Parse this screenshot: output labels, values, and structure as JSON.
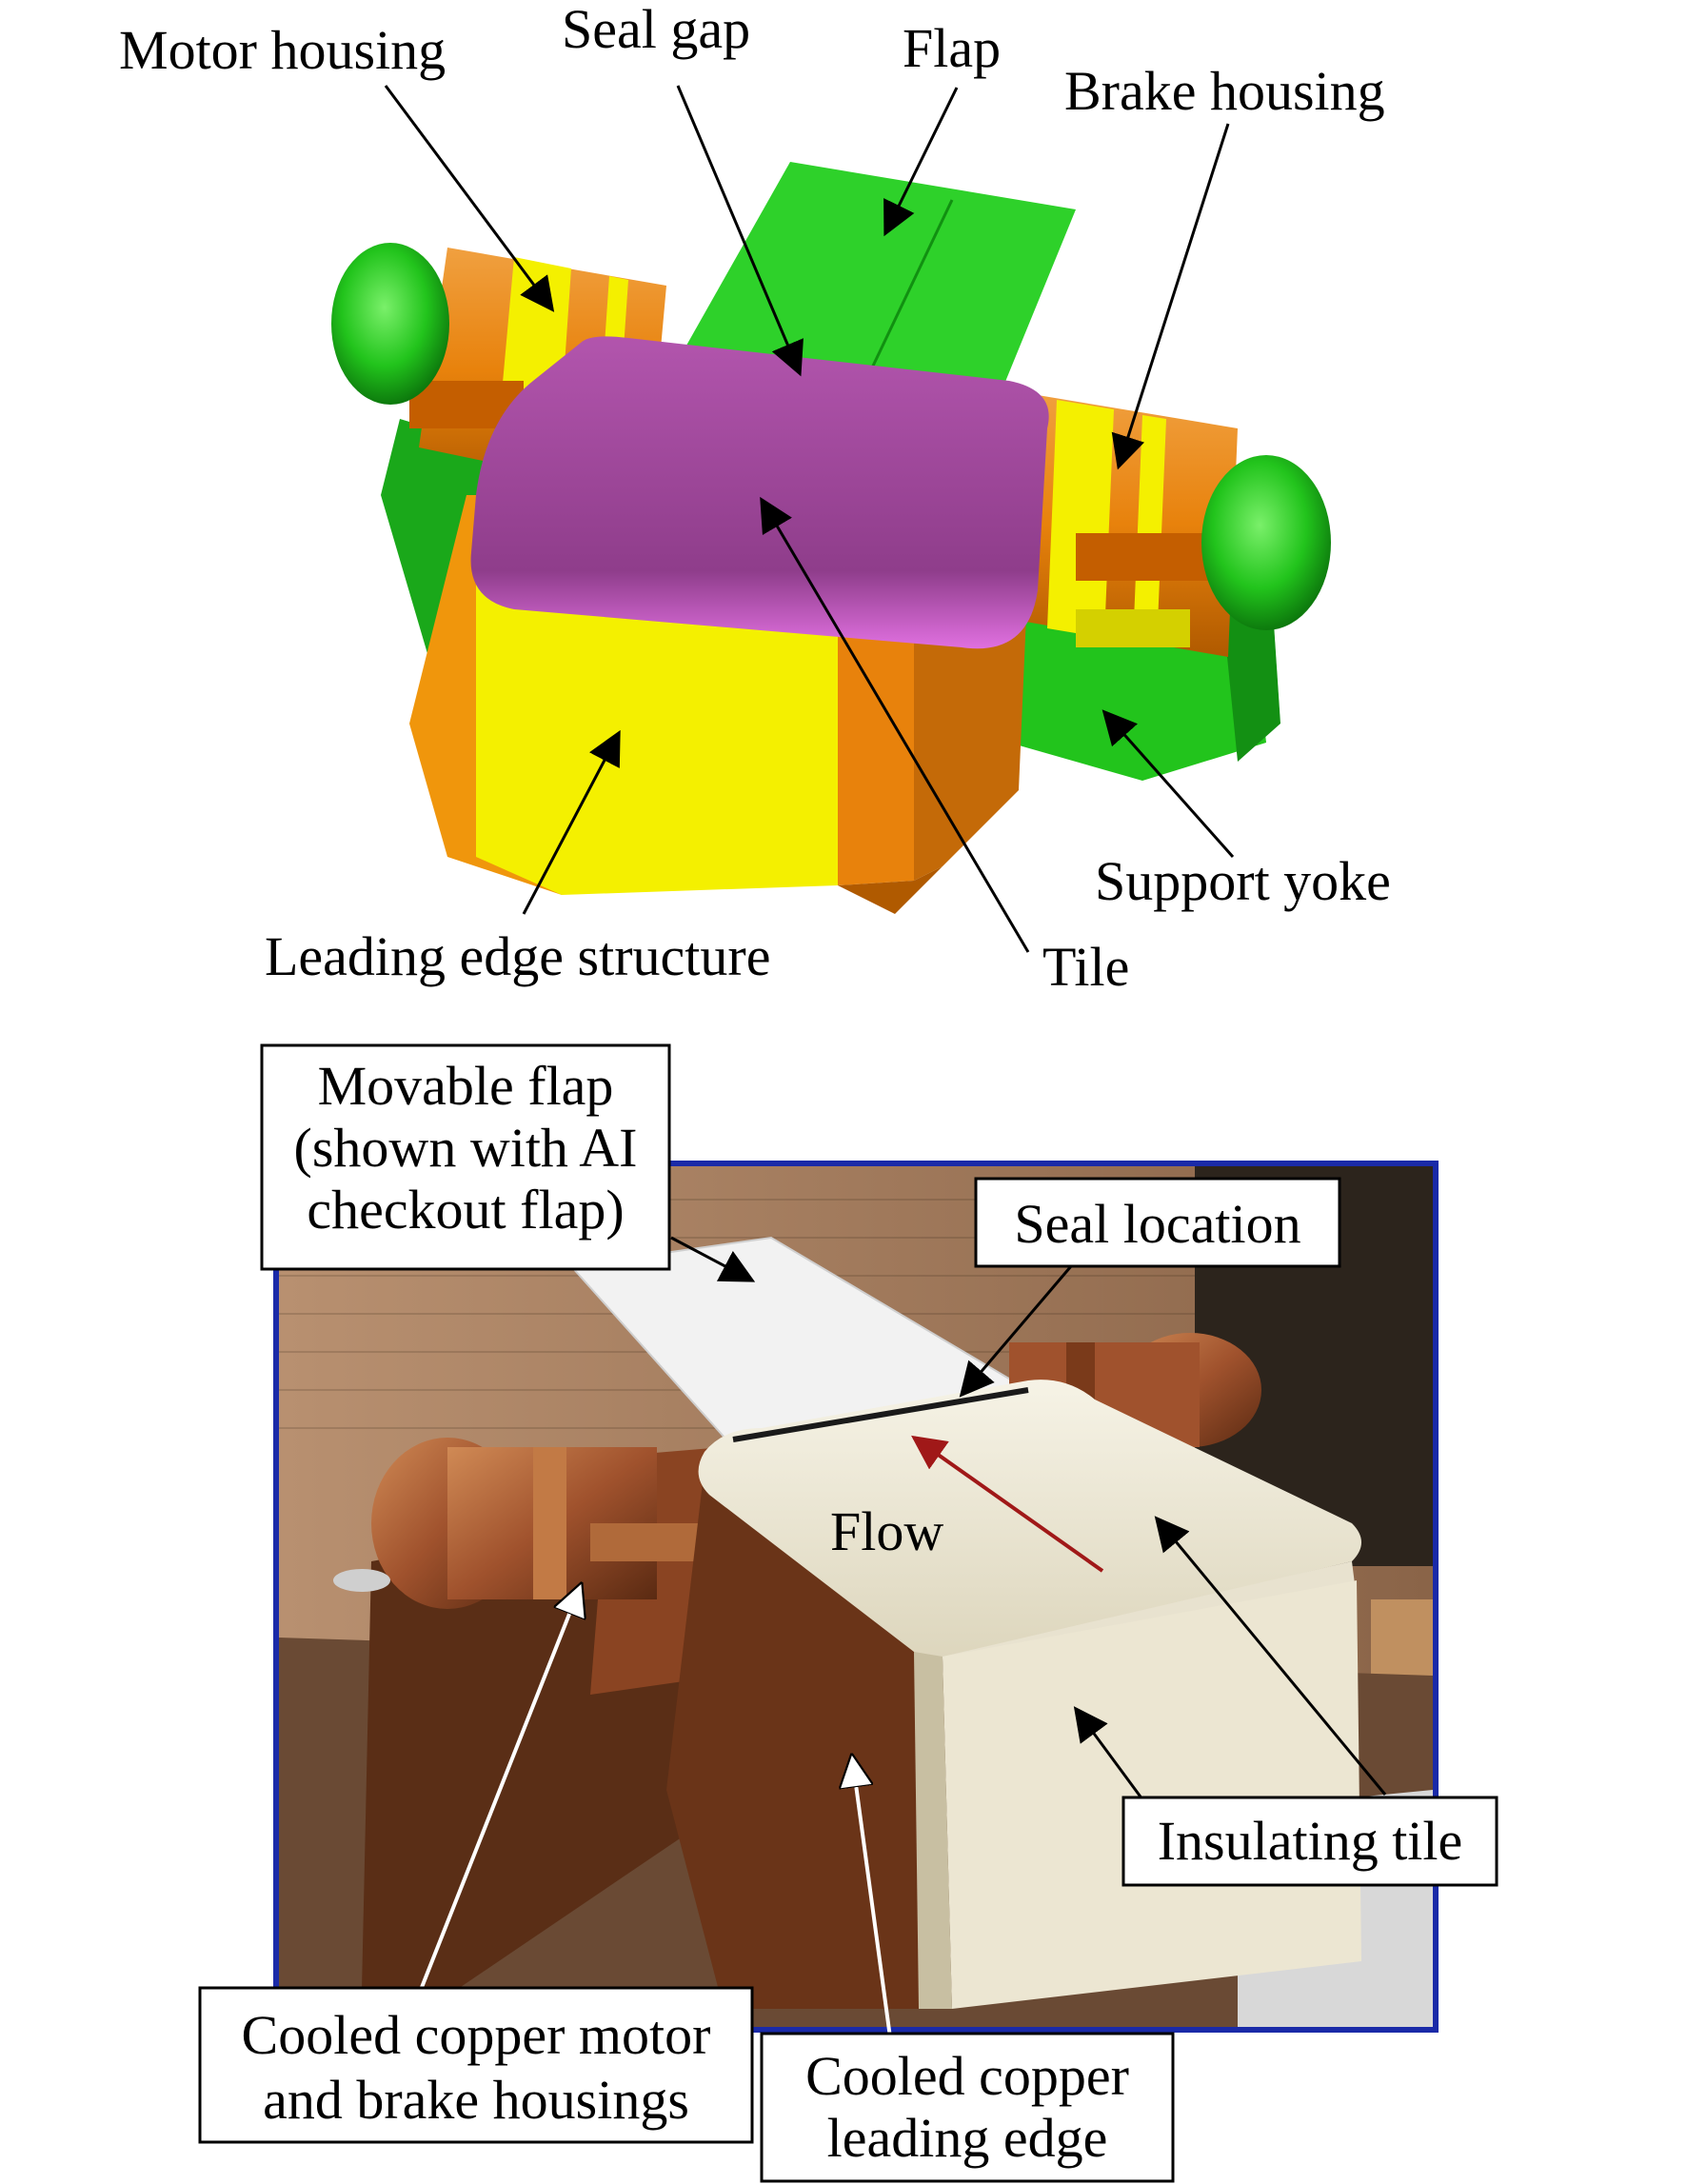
{
  "top_diagram": {
    "labels": {
      "motor_housing": "Motor housing",
      "seal_gap": "Seal gap",
      "flap": "Flap",
      "brake_housing": "Brake housing",
      "support_yoke": "Support yoke",
      "leading_edge_structure": "Leading edge structure",
      "tile": "Tile"
    },
    "colors": {
      "flap": "#22c41c",
      "housing_orange": "#e8820c",
      "housing_yellow": "#f4f000",
      "tile": "#a0449c",
      "end_cap": "#1fbf1f"
    }
  },
  "bottom_photo": {
    "labels": {
      "movable_flap_line1": "Movable flap",
      "movable_flap_line2": "(shown with AI",
      "movable_flap_line3": "checkout flap)",
      "seal_location": "Seal location",
      "flow": "Flow",
      "insulating_tile": "Insulating tile",
      "cooled_housings_line1": "Cooled copper motor",
      "cooled_housings_line2": "and brake housings",
      "cooled_edge_line1": "Cooled copper",
      "cooled_edge_line2": "leading edge"
    },
    "colors": {
      "frame": "#1a2aa8",
      "flow_arrow": "#a01818",
      "copper": "#a0522d",
      "tile": "#efe9d6"
    }
  }
}
